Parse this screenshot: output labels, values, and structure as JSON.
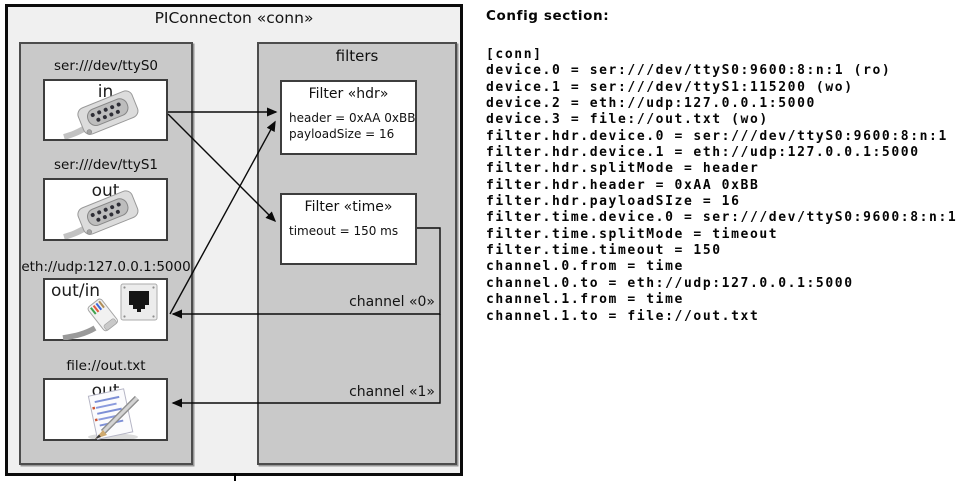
{
  "diagram": {
    "title": "PIConnecton «conn»",
    "devices": [
      {
        "label": "ser:///dev/ttyS0",
        "port": "in",
        "icon": "db9-serial-connector-icon"
      },
      {
        "label": "ser:///dev/ttyS1",
        "port": "out",
        "icon": "db9-serial-connector-icon"
      },
      {
        "label": "eth://udp:127.0.0.1:5000",
        "port": "out/in",
        "icon": "ethernet-connector-icon"
      },
      {
        "label": "file://out.txt",
        "port": "out",
        "icon": "text-file-notepad-icon"
      }
    ],
    "filters_title": "filters",
    "filters": [
      {
        "title": "Filter «hdr»",
        "properties": [
          "header = 0xAA 0xBB",
          "payloadSize = 16"
        ]
      },
      {
        "title": "Filter «time»",
        "properties": [
          "timeout = 150 ms"
        ]
      }
    ],
    "channels": [
      {
        "label": "channel «0»"
      },
      {
        "label": "channel «1»"
      }
    ]
  },
  "config": {
    "heading": "Config section:",
    "lines": [
      "[conn]",
      "device.0 = ser:///dev/ttyS0:9600:8:n:1 (ro)",
      "device.1 = ser:///dev/ttyS1:115200 (wo)",
      "device.2 = eth://udp:127.0.0.1:5000",
      "device.3 = file://out.txt (wo)",
      "filter.hdr.device.0 = ser:///dev/ttyS0:9600:8:n:1",
      "filter.hdr.device.1 = eth://udp:127.0.0.1:5000",
      "filter.hdr.splitMode = header",
      "filter.hdr.header = 0xAA 0xBB",
      "filter.hdr.payloadSIze = 16",
      "filter.time.device.0 = ser:///dev/ttyS0:9600:8:n:1",
      "filter.time.splitMode = timeout",
      "filter.time.timeout = 150",
      "channel.0.from = time",
      "channel.0.to = eth://udp:127.0.0.1:5000",
      "channel.1.from = time",
      "channel.1.to = file://out.txt"
    ]
  },
  "colors": {
    "outer_fill": "#f0f0f0",
    "panel_fill": "#c9c9c9",
    "box_fill": "#ffffff",
    "box_border": "#3d3d3d",
    "connector_line": "#0a0a0a"
  }
}
